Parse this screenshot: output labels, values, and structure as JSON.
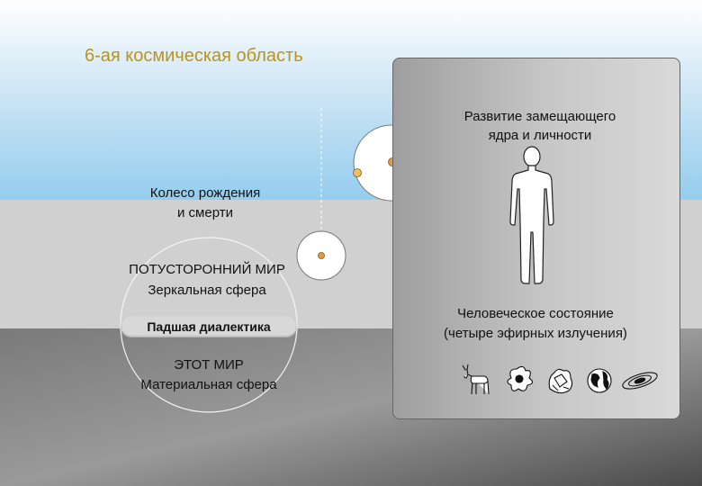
{
  "title": "6-ая космическая область",
  "wheel": {
    "label_line1": "Колесо рождения",
    "label_line2": "и смерти"
  },
  "other_world": {
    "name": "ПОТУСТОРОННИЙ МИР",
    "sphere": "Зеркальная сфера"
  },
  "dialectic": {
    "label": "Падшая диалектика"
  },
  "this_world": {
    "name": "ЭТОТ МИР",
    "sphere": "Материальная сфера"
  },
  "panel": {
    "development_line1": "Развитие замещающего",
    "development_line2": "ядра и личности",
    "human_line1": "Человеческое состояние",
    "human_line2": "(четыре эфирных излучения)"
  },
  "kingdom_icons": [
    "deer-icon",
    "flower-icon",
    "mineral-icon",
    "earth-globe-icon",
    "galaxy-icon"
  ],
  "colors": {
    "title": "#b8941a",
    "planet_dot": "#e39b43",
    "sky": "#94cdee"
  }
}
